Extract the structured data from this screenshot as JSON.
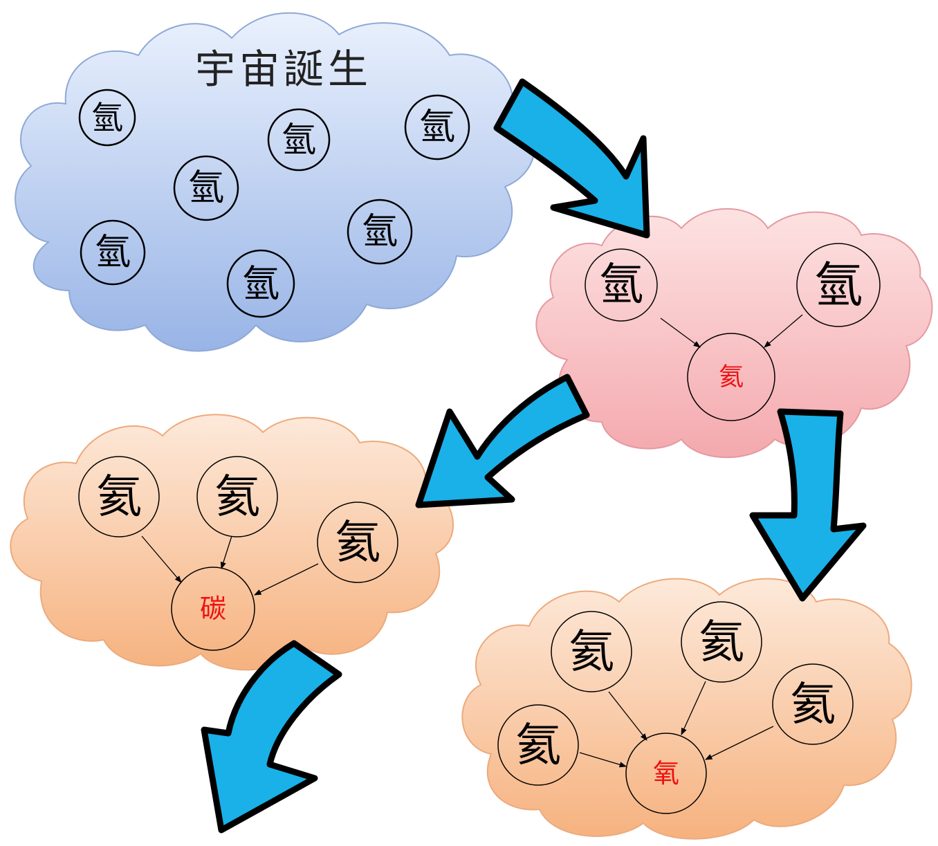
{
  "title": "宇宙誕生",
  "elements": {
    "hydrogen": "氫",
    "helium": "氦",
    "carbon": "碳",
    "oxygen": "氧"
  },
  "colors": {
    "blue_cloud_top": "#eaf1fd",
    "blue_cloud_bottom": "#98b4e6",
    "pink_cloud_top": "#fde2e2",
    "pink_cloud_bottom": "#f4a9ae",
    "peach_cloud_top": "#fde9da",
    "peach_cloud_bottom": "#f6b27f",
    "arrow_fill": "#1ab0e8",
    "arrow_outline": "#000000",
    "product_text": "#ee1111"
  }
}
